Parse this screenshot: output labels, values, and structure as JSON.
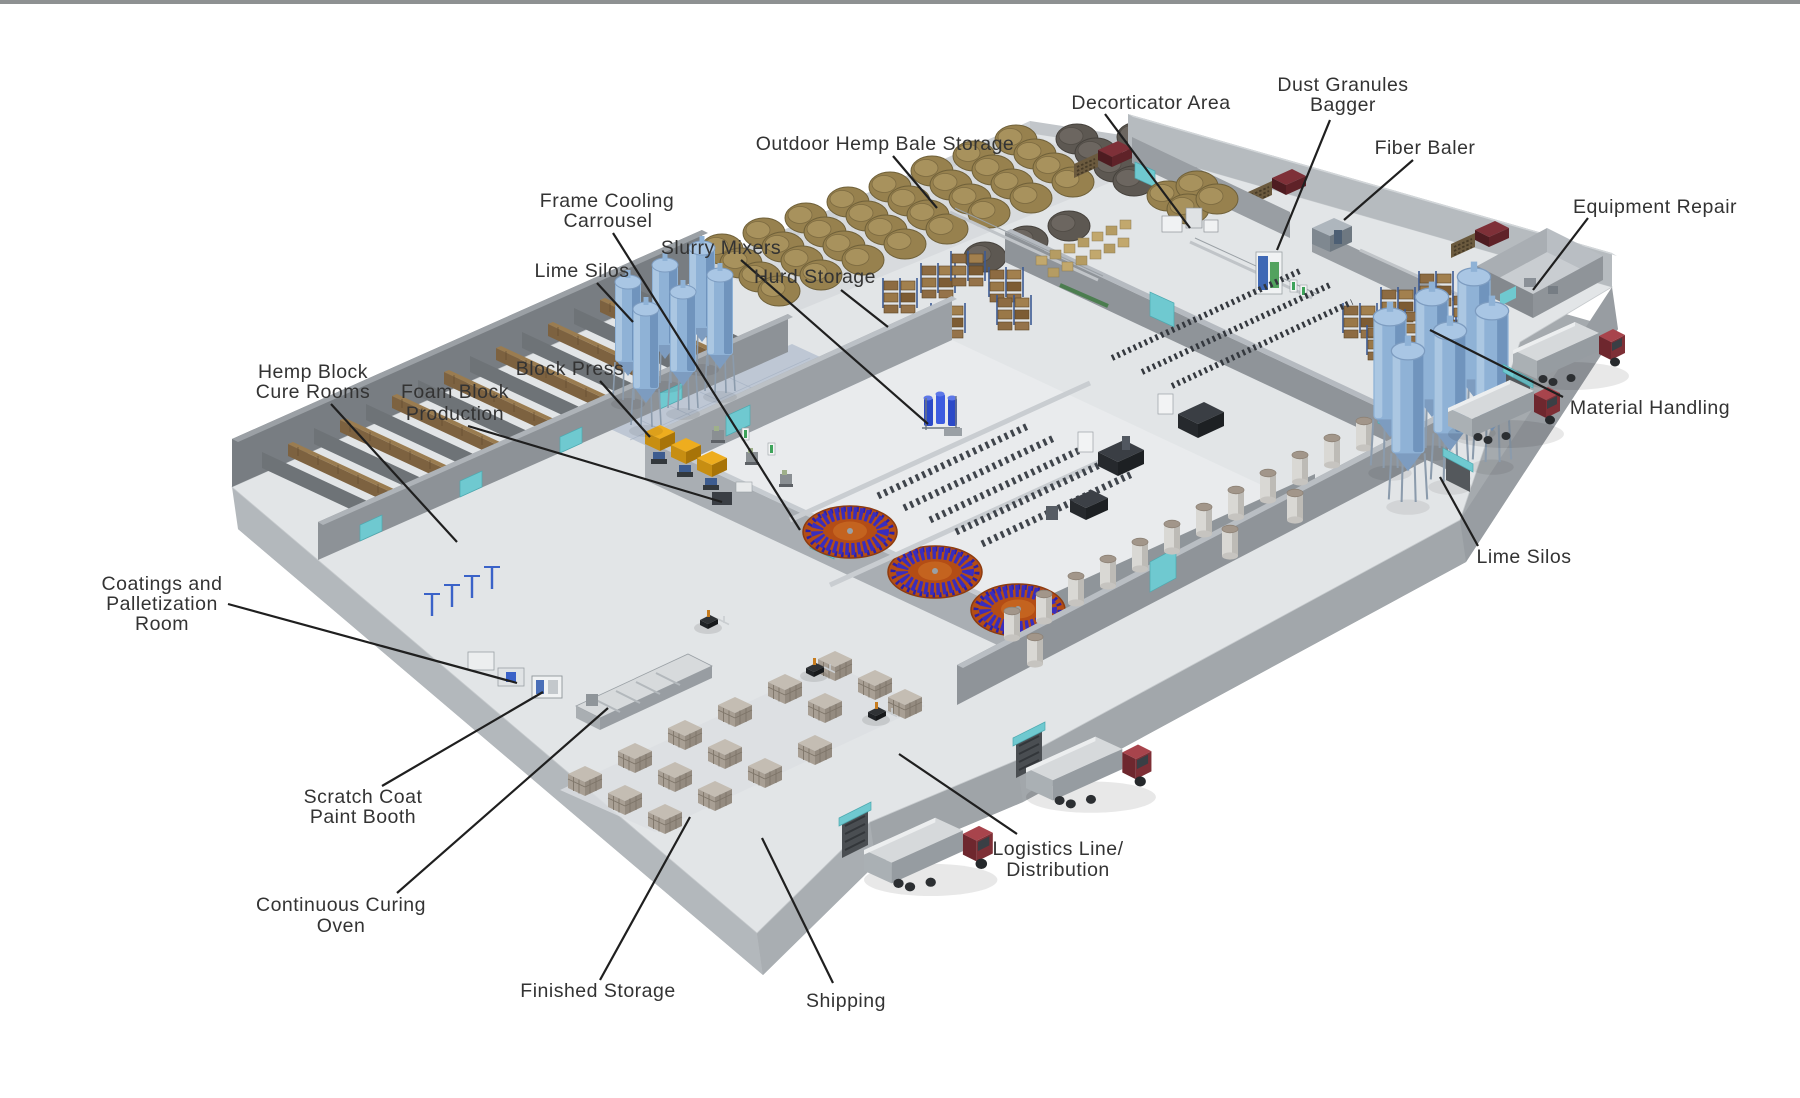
{
  "page": {
    "top_border_color": "#8e9192",
    "background": "#ffffff"
  },
  "diagram": {
    "type": "isometric-factory-facility-diagram",
    "labels": {
      "outdoor_hemp_bale_storage": {
        "lines": [
          "Outdoor Hemp Bale Storage"
        ]
      },
      "decorticator_area": {
        "lines": [
          "Decorticator Area"
        ]
      },
      "dust_granules_bagger": {
        "lines": [
          "Dust Granules",
          "Bagger"
        ]
      },
      "fiber_baler": {
        "lines": [
          "Fiber Baler"
        ]
      },
      "equipment_repair": {
        "lines": [
          "Equipment Repair"
        ]
      },
      "material_handling": {
        "lines": [
          "Material Handling"
        ]
      },
      "lime_silos_right": {
        "lines": [
          "Lime Silos"
        ]
      },
      "frame_cooling_carrousel": {
        "lines": [
          "Frame Cooling",
          "Carrousel"
        ]
      },
      "slurry_mixers": {
        "lines": [
          "Slurry Mixers"
        ]
      },
      "lime_silos_left": {
        "lines": [
          "Lime Silos"
        ]
      },
      "hurd_storage": {
        "lines": [
          "Hurd Storage"
        ]
      },
      "block_press": {
        "lines": [
          "Block Press"
        ]
      },
      "hemp_block_cure_rooms": {
        "lines": [
          "Hemp Block",
          "Cure Rooms"
        ]
      },
      "foam_block_production": {
        "lines": [
          "Foam Block",
          "Production"
        ]
      },
      "coatings_and_palletization_room": {
        "lines": [
          "Coatings and",
          "Palletization",
          "Room"
        ]
      },
      "scratch_coat_paint_booth": {
        "lines": [
          "Scratch Coat",
          "Paint Booth"
        ]
      },
      "continuous_curing_oven": {
        "lines": [
          "Continuous Curing",
          "Oven"
        ]
      },
      "finished_storage": {
        "lines": [
          "Finished Storage"
        ]
      },
      "shipping": {
        "lines": [
          "Shipping"
        ]
      },
      "logistics_line_distribution": {
        "lines": [
          "Logistics Line/",
          "Distribution"
        ]
      }
    },
    "colors": {
      "label_text": "#333333",
      "leader_line": "#1f1f1f",
      "floor": "#e2e5e7",
      "floor_edge": "#a5aaae",
      "wall": "#9aa0a5",
      "teal_door": "#6fc9d0",
      "hemp_bale_tan": "#97814e",
      "hemp_bale_dark": "#5d5852",
      "silo_blue": "#8fb2d6",
      "carousel_orange": "#b44d15",
      "carousel_blue": "#3a2dbd",
      "press_yellow": "#eead1e",
      "truck_red": "#8e3339",
      "hurd_brown": "#8d6b42"
    }
  }
}
